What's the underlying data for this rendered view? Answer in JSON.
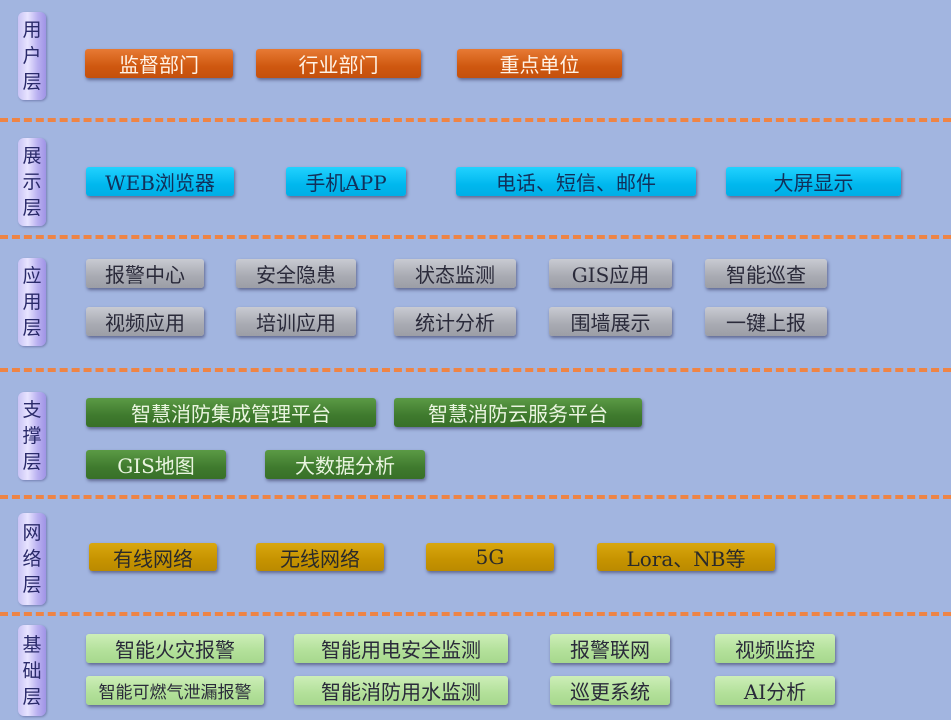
{
  "layers": {
    "user": {
      "label": [
        "用",
        "户",
        "层"
      ],
      "items": [
        "监督部门",
        "行业部门",
        "重点单位"
      ]
    },
    "display": {
      "label": [
        "展",
        "示",
        "层"
      ],
      "items": [
        "WEB浏览器",
        "手机APP",
        "电话、短信、邮件",
        "大屏显示"
      ]
    },
    "application": {
      "label": [
        "应",
        "用",
        "层"
      ],
      "items": [
        "报警中心",
        "安全隐患",
        "状态监测",
        "GIS应用",
        "智能巡查",
        "视频应用",
        "培训应用",
        "统计分析",
        "围墙展示",
        "一键上报"
      ]
    },
    "support": {
      "label": [
        "支",
        "撑",
        "层"
      ],
      "items": [
        "智慧消防集成管理平台",
        "智慧消防云服务平台",
        "GIS地图",
        "大数据分析"
      ]
    },
    "network": {
      "label": [
        "网",
        "络",
        "层"
      ],
      "items": [
        "有线网络",
        "无线网络",
        "5G",
        "Lora、NB等"
      ]
    },
    "base": {
      "label": [
        "基",
        "础",
        "层"
      ],
      "items": [
        "智能火灾报警",
        "智能用电安全监测",
        "报警联网",
        "视频监控",
        "智能可燃气泄漏报警",
        "智能消防用水监测",
        "巡更系统",
        "AI分析"
      ]
    }
  },
  "colors": {
    "background": "#a2b5e0",
    "divider": "#ee8445",
    "user": "#cf5810",
    "display": "#00b8ee",
    "application": "#a8aab2",
    "support": "#3f7a2e",
    "network": "#c69300",
    "base": "#b2e099"
  }
}
